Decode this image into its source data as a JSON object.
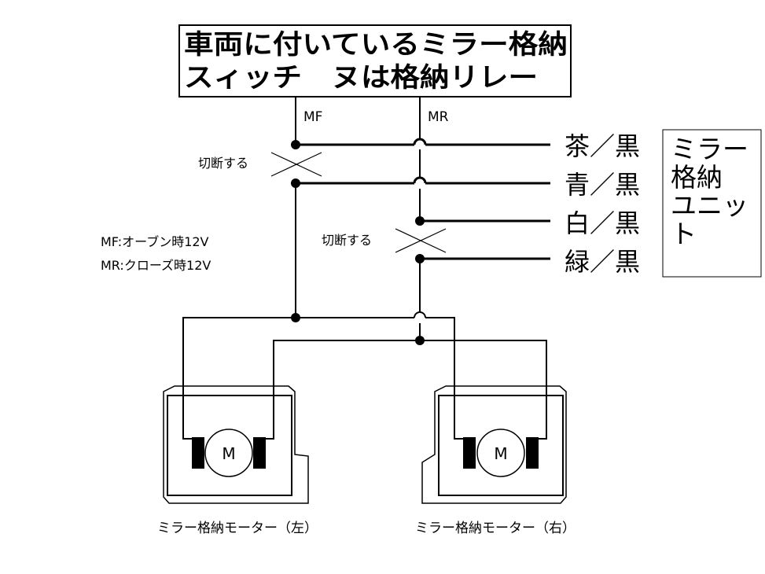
{
  "switch_box": {
    "line1": "車両に付いているミラー格納",
    "line2": "スィッチ　ヌは格納リレー"
  },
  "wire_labels": {
    "mf": "MF",
    "mr": "MR"
  },
  "cut_labels": {
    "left": "切断する",
    "right": "切断する"
  },
  "notes": {
    "mf": "MF:オーブン時12V",
    "mr": "MR:クローズ時12V"
  },
  "color_labels": [
    "茶／黒",
    "青／黒",
    "白／黒",
    "緑／黒"
  ],
  "mirror_unit": {
    "lines": [
      "ミラー",
      "格納",
      "ユニッ",
      "ト"
    ]
  },
  "motors": {
    "symbol": "M",
    "left_caption": "ミラー格納モーター（左）",
    "right_caption": "ミラー格納モーター（右）"
  }
}
